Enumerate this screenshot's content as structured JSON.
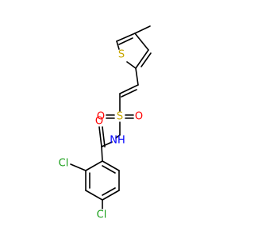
{
  "molecule": {
    "atom_labels": {
      "S_thiophene": "S",
      "S_sulfonyl": "S",
      "O_sulfonyl_left": "O",
      "O_sulfonyl_right": "O",
      "O_carbonyl": "O",
      "N_amide": "NH",
      "Cl_ortho": "Cl",
      "Cl_para": "Cl"
    },
    "colors": {
      "bond": "#000000",
      "sulfur": "#c8a800",
      "oxygen": "#ff0000",
      "nitrogen": "#0000ff",
      "chlorine": "#1a9f1a"
    }
  }
}
